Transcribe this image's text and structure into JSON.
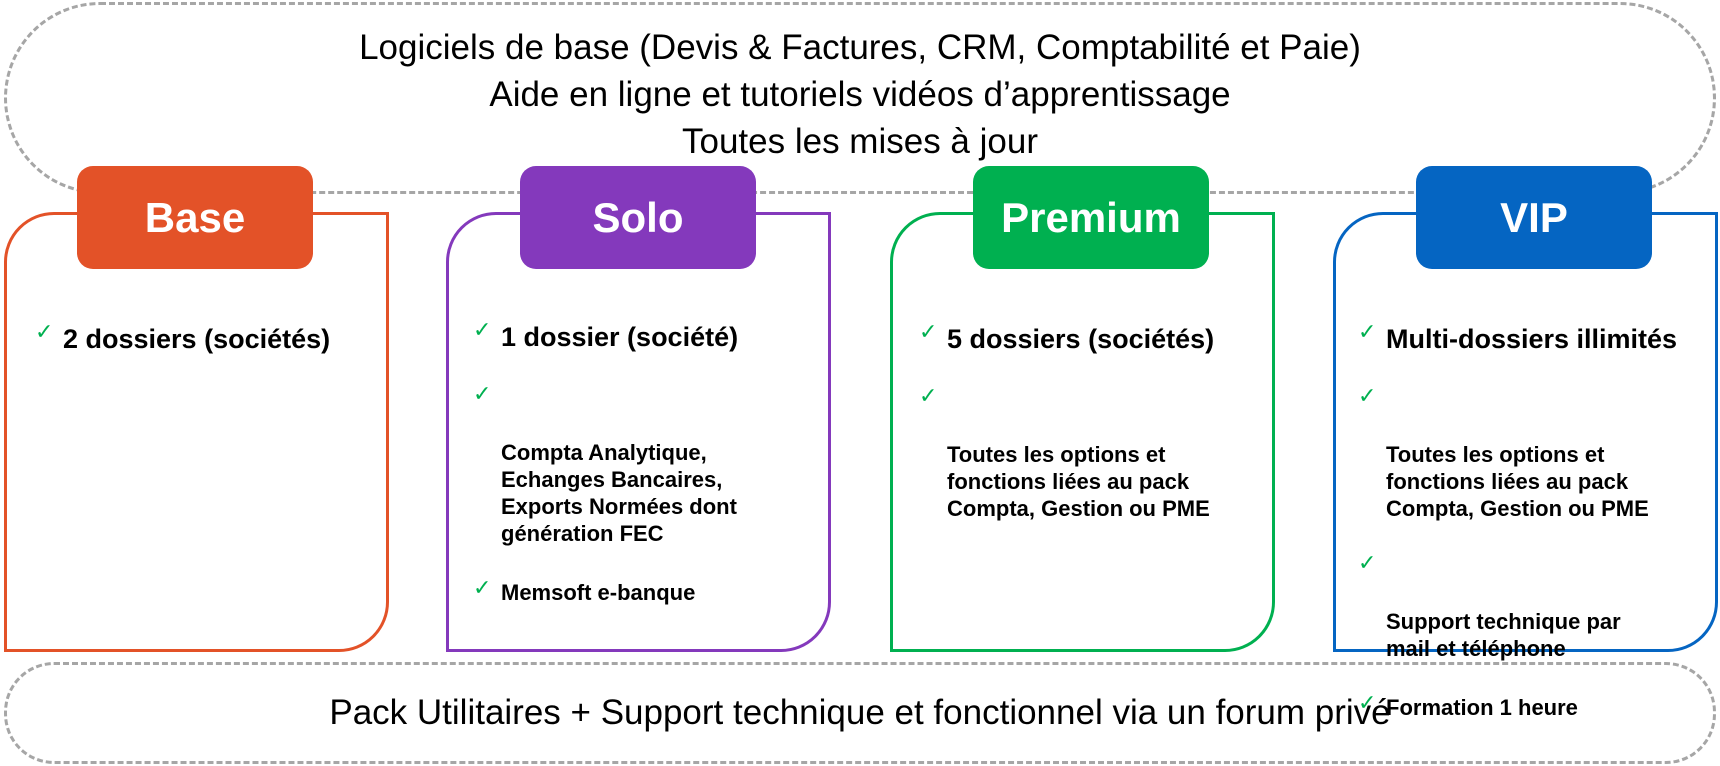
{
  "header": {
    "lines": [
      "Logiciels de base (Devis & Factures, CRM, Comptabilité et Paie)",
      "Aide en ligne et tutoriels vidéos d’apprentissage",
      "Toutes les mises à jour"
    ]
  },
  "footer": {
    "text": "Pack Utilitaires + Support technique et fonctionnel via un forum privé"
  },
  "check_glyph": "✓",
  "check_color": "#00b050",
  "border_dash_color": "#a6a6a6",
  "plans": [
    {
      "name": "Base",
      "color": "#e35228",
      "features": [
        "2 dossiers (sociétés)"
      ]
    },
    {
      "name": "Solo",
      "color": "#8439bc",
      "features": [
        "1 dossier (société)",
        "Compta Analytique,\nEchanges Bancaires,\nExports Normées dont\ngénération FEC",
        "Memsoft e-banque"
      ]
    },
    {
      "name": "Premium",
      "color": "#00b050",
      "features": [
        "5 dossiers (sociétés)",
        "Toutes les options et\nfonctions liées au pack\nCompta, Gestion ou PME"
      ]
    },
    {
      "name": "VIP",
      "color": "#0565c2",
      "features": [
        "Multi-dossiers illimités",
        "Toutes les options et\nfonctions liées au pack\nCompta, Gestion ou PME",
        "Support technique par\nmail et téléphone",
        "Formation 1 heure"
      ]
    }
  ]
}
